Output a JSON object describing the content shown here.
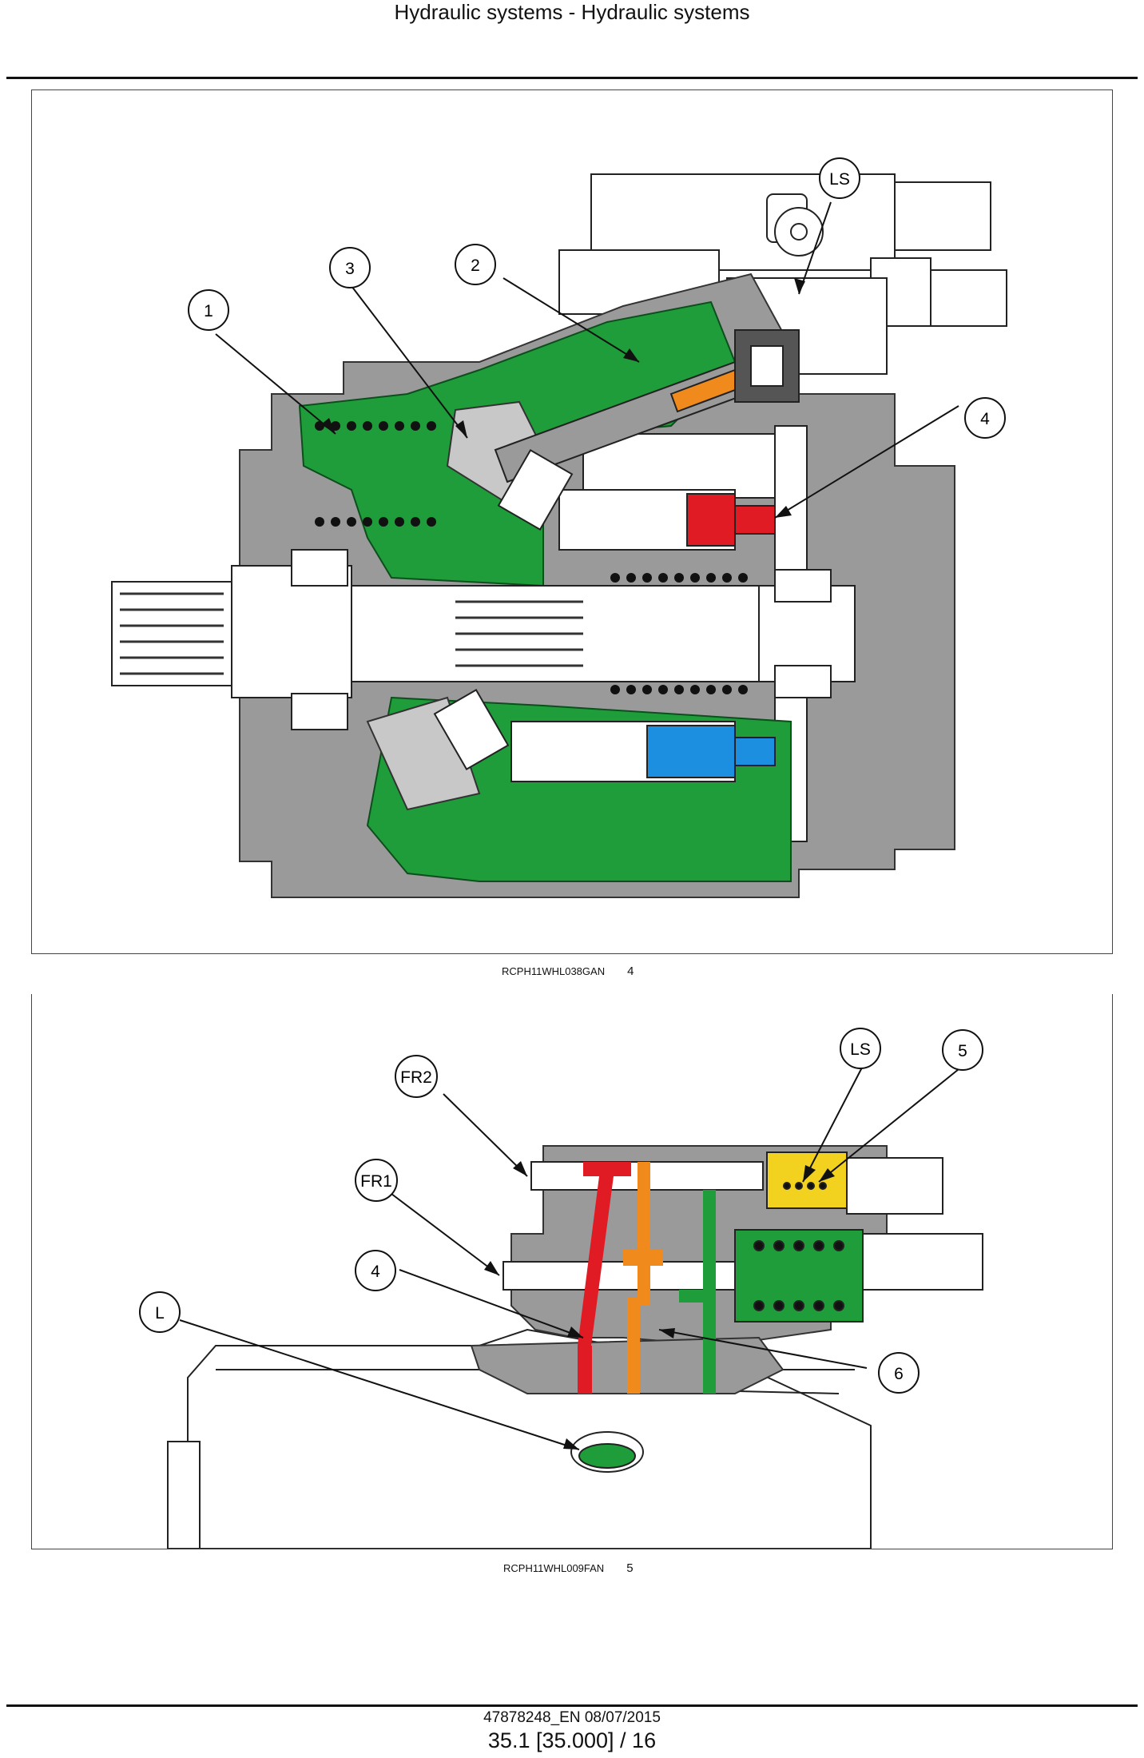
{
  "header": {
    "title": "Hydraulic systems - Hydraulic systems"
  },
  "figures": [
    {
      "caption_code": "RCPH11WHL038GAN",
      "caption_number": "4",
      "callouts": [
        "LS",
        "1",
        "2",
        "3",
        "4"
      ]
    },
    {
      "caption_code": "RCPH11WHL009FAN",
      "caption_number": "5",
      "callouts": [
        "LS",
        "5",
        "FR2",
        "FR1",
        "4",
        "L",
        "6"
      ]
    }
  ],
  "colors": {
    "housing": "#9a9a9a",
    "green": "#1f9d3a",
    "red": "#e01b24",
    "blue": "#1c8fe0",
    "orange": "#f08a1c",
    "yellow": "#f2d21e"
  },
  "footer": {
    "doc_ref": "47878248_EN 08/07/2015",
    "page_ref": "35.1 [35.000] / 16"
  }
}
